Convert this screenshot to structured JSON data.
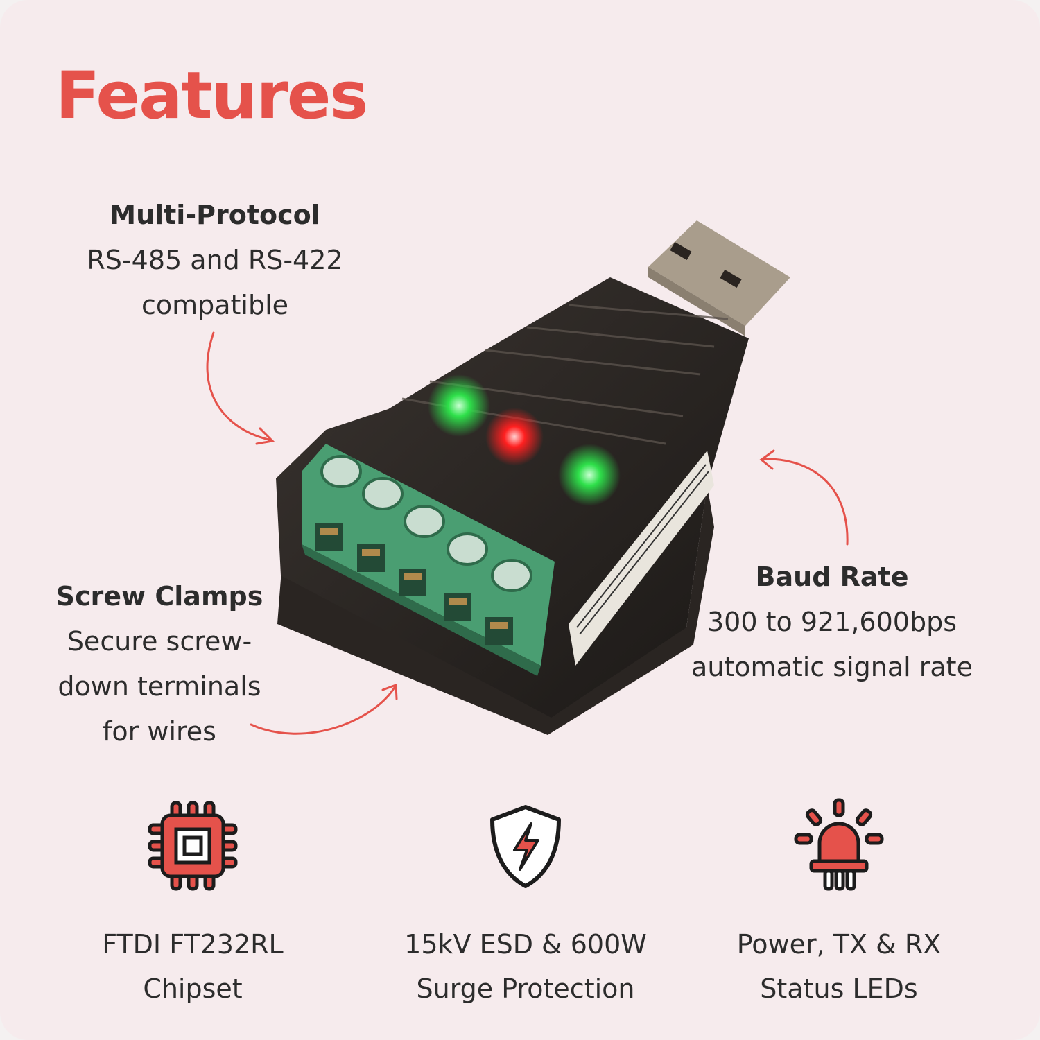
{
  "title": "Features",
  "callouts": {
    "multi_protocol": {
      "heading": "Multi-Protocol",
      "lines": [
        "RS-485 and RS-422",
        "compatible"
      ]
    },
    "screw_clamps": {
      "heading": "Screw Clamps",
      "lines": [
        "Secure screw-",
        "down terminals",
        "for wires"
      ]
    },
    "baud_rate": {
      "heading": "Baud Rate",
      "lines": [
        "300 to 921,600bps",
        "automatic signal rate"
      ]
    }
  },
  "features": [
    {
      "icon": "chip-icon",
      "lines": [
        "FTDI FT232RL",
        "Chipset"
      ]
    },
    {
      "icon": "shield-lightning-icon",
      "lines": [
        "15kV ESD & 600W",
        "Surge Protection"
      ]
    },
    {
      "icon": "led-light-icon",
      "lines": [
        "Power, TX & RX",
        "Status LEDs"
      ]
    }
  ],
  "colors": {
    "accent": "#e5524b",
    "text": "#2c2c2c",
    "background": "#f6ebed",
    "led_green": "#2ee04a",
    "led_red": "#ff2020",
    "terminal_green": "#4a9e72"
  }
}
